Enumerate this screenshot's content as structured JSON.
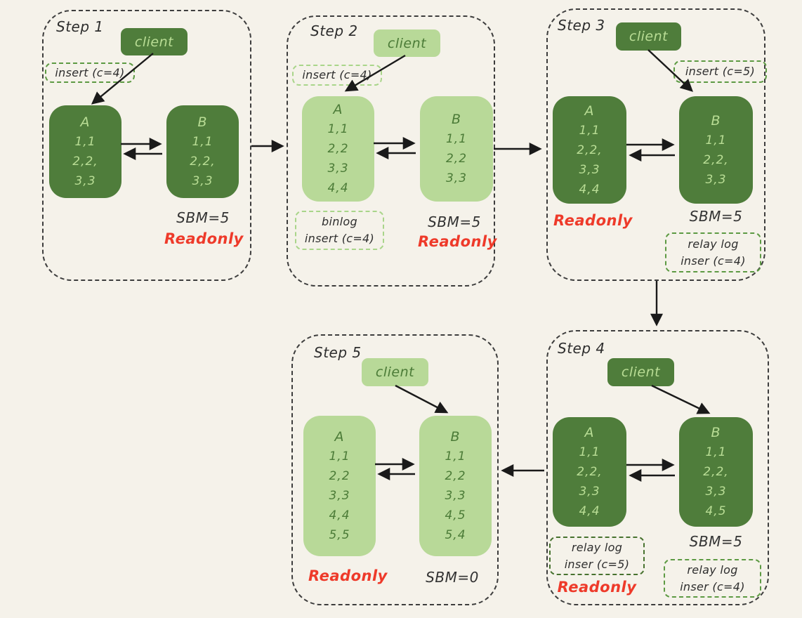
{
  "colors": {
    "background": "#f5f2ea",
    "node_dark": "#4f7d3b",
    "node_light": "#b8d998",
    "text_on_dark": "#b9dd95",
    "text_on_light": "#4b7b37",
    "readonly_red": "#ee3a2a",
    "tag_border_mid": "#5d9a43",
    "tag_border_light": "#a9d58a",
    "container_dash": "#3d3d3d",
    "arrow": "#1a1a1a"
  },
  "steps": [
    {
      "label": "Step 1",
      "client_label": "client",
      "insert_box": "insert (c=4)",
      "a": {
        "title": "A",
        "rows": [
          "1,1",
          "2,2,",
          "3,3"
        ]
      },
      "b": {
        "title": "B",
        "rows": [
          "1,1",
          "2,2,",
          "3,3"
        ]
      },
      "b_sbm": "SBM=5",
      "b_readonly": "Readonly"
    },
    {
      "label": "Step 2",
      "client_label": "client",
      "insert_box": "insert (c=4)",
      "a": {
        "title": "A",
        "rows": [
          "1,1",
          "2,2",
          "3,3",
          "4,4"
        ]
      },
      "b": {
        "title": "B",
        "rows": [
          "1,1",
          "2,2",
          "3,3"
        ]
      },
      "binlog_box": [
        "binlog",
        "insert (c=4)"
      ],
      "b_sbm": "SBM=5",
      "b_readonly": "Readonly"
    },
    {
      "label": "Step 3",
      "client_label": "client",
      "insert_box": "insert (c=5)",
      "a": {
        "title": "A",
        "rows": [
          "1,1",
          "2,2,",
          "3,3",
          "4,4"
        ]
      },
      "b": {
        "title": "B",
        "rows": [
          "1,1",
          "2,2,",
          "3,3"
        ]
      },
      "a_readonly": "Readonly",
      "b_sbm": "SBM=5",
      "b_relay_box": [
        "relay log",
        "inser (c=4)"
      ]
    },
    {
      "label": "Step 4",
      "client_label": "client",
      "a": {
        "title": "A",
        "rows": [
          "1,1",
          "2,2,",
          "3,3",
          "4,4"
        ]
      },
      "b": {
        "title": "B",
        "rows": [
          "1,1",
          "2,2,",
          "3,3",
          "4,5"
        ]
      },
      "a_relay_box": [
        "relay log",
        "inser (c=5)"
      ],
      "a_readonly": "Readonly",
      "b_sbm": "SBM=5",
      "b_relay_box": [
        "relay log",
        "inser (c=4)"
      ]
    },
    {
      "label": "Step 5",
      "client_label": "client",
      "a": {
        "title": "A",
        "rows": [
          "1,1",
          "2,2",
          "3,3",
          "4,4",
          "5,5"
        ]
      },
      "b": {
        "title": "B",
        "rows": [
          "1,1",
          "2,2",
          "3,3",
          "4,5",
          "5,4"
        ]
      },
      "a_readonly": "Readonly",
      "b_sbm": "SBM=0"
    }
  ]
}
